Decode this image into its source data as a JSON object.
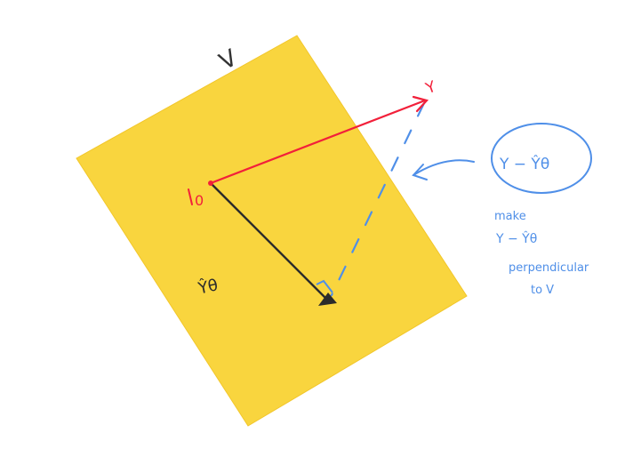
{
  "colors": {
    "plane": "#f9d53e",
    "plane_edge": "#f2c62a",
    "red": "#f2203a",
    "blue": "#4f8fe8",
    "ink": "#2b2b2b",
    "background": "#ffffff"
  },
  "labels": {
    "plane_label": "V",
    "vector_y": "Y",
    "origin": "0",
    "projection": "Ŷθ",
    "residual_bubble": "Y − Ŷθ",
    "note_line1": "make",
    "note_line2": "Y − Ŷθ",
    "note_line3": "perpendicular",
    "note_line4": "to V"
  }
}
